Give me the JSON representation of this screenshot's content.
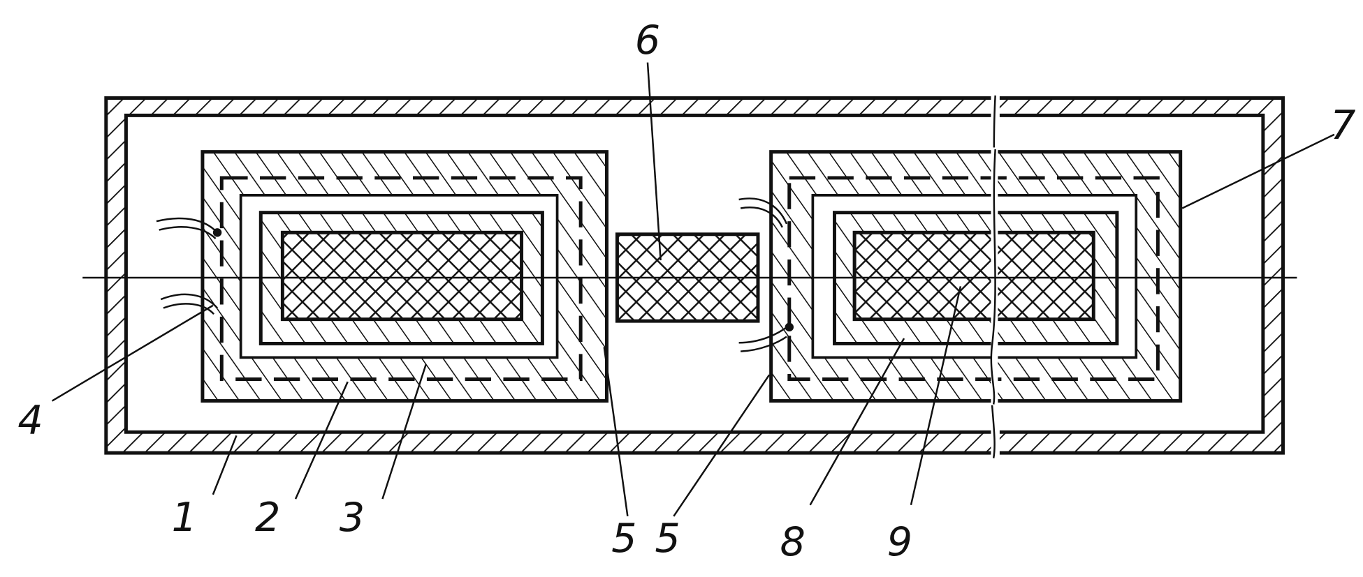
{
  "figure": {
    "labels": {
      "housing": "1",
      "outer_layer": "2",
      "dashed_layer": "3",
      "inlet": "4",
      "gap_left": "5",
      "gap_right": "5",
      "center_block": "6",
      "right_assembly": "7",
      "inner_layer": "8",
      "core": "9"
    }
  }
}
